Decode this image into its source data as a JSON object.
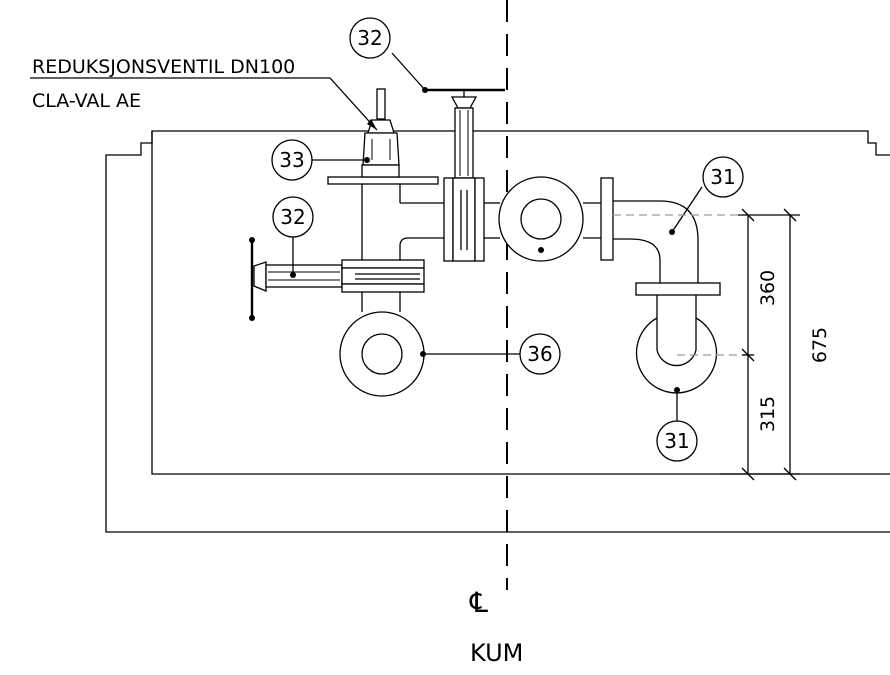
{
  "title": {
    "line1": "REDUKSJONSVENTIL DN100",
    "line2": "CLA-VAL AE"
  },
  "balloons": [
    {
      "id": "balloon-32-top",
      "text": "32"
    },
    {
      "id": "balloon-33",
      "text": "33"
    },
    {
      "id": "balloon-32-left",
      "text": "32"
    },
    {
      "id": "balloon-31-top",
      "text": "31"
    },
    {
      "id": "balloon-36",
      "text": "36"
    },
    {
      "id": "balloon-31-bottom",
      "text": "31"
    }
  ],
  "dimensions": {
    "upper": "360",
    "lower": "315",
    "total": "675"
  },
  "centerline": {
    "symbol": "℄",
    "label": "KUM"
  },
  "colors": {
    "line": "#000000",
    "extension": "#9a9a9a",
    "background": "#ffffff"
  }
}
